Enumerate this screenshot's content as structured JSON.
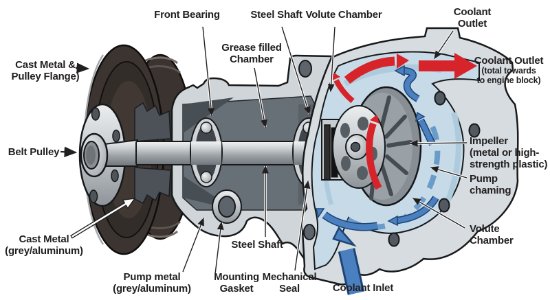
{
  "diagram": {
    "subject": "water pump cutaway",
    "labels": {
      "front_bearing": "Front Bearing",
      "steel_shaft_top": "Steel Shaft",
      "volute_chamber_top": "Volute Chamber",
      "coolant_outlet_top": {
        "l1": "Coolant",
        "l2": "Outlet"
      },
      "coolant_outlet_engine": {
        "l1": "Coolant Outlet",
        "l2": "(total towards",
        "l3": "to engine block)"
      },
      "grease_filled_chamber": {
        "l1": "Grease filled",
        "l2": "Chamber"
      },
      "cast_metal_pulley_flange": {
        "l1": "Cast Metal &",
        "l2": "Pulley Flange)"
      },
      "belt_pulley": "Belt Pulley",
      "cast_metal_grey": {
        "l1": "Cast Metal",
        "l2": "(grey/aluminum)"
      },
      "pump_metal": {
        "l1": "Pump metal",
        "l2": "(grey/aluminum)"
      },
      "mounting_gasket": {
        "l1": "Mounting",
        "l2": "Gasket"
      },
      "mechanical_seal": {
        "l1": "Mechanical",
        "l2": "Seal"
      },
      "steel_shaft_bottom": "Steel Shaft",
      "coolant_inlet": "Coolant Inlet",
      "impeller": {
        "l1": "Impeller",
        "l2": "(metal or high-",
        "l3": "strength plastic)"
      },
      "pump_chaming": {
        "l1": "Pump",
        "l2": "chaming"
      },
      "volute_chamber_right": {
        "l1": "Volute",
        "l2": "Chamber"
      }
    },
    "icons": {
      "hot_flow_arrow": "red curved/straight flow arrows",
      "cool_flow_arrow": "blue curved flow arrows",
      "inlet_arrow": "large blue inlet arrow",
      "outlet_arrow": "large red outlet arrow"
    },
    "colors": {
      "background": "#ffffff",
      "text": "#211e1f",
      "leader_line": "#221f20",
      "hot_flow": "#d7232a",
      "cool_flow": "#4a80c0",
      "cool_flow_outline": "#1d4473",
      "coolant_channel": "#c6dae8",
      "coolant_channel_shade": "#aecbdd",
      "casing_light": "#d6dce0",
      "housing": "#cfd5d9",
      "chamber_dark": "#687077",
      "pulley_dark": "#3a3330",
      "metal_mid": "#c6cbcf"
    }
  }
}
